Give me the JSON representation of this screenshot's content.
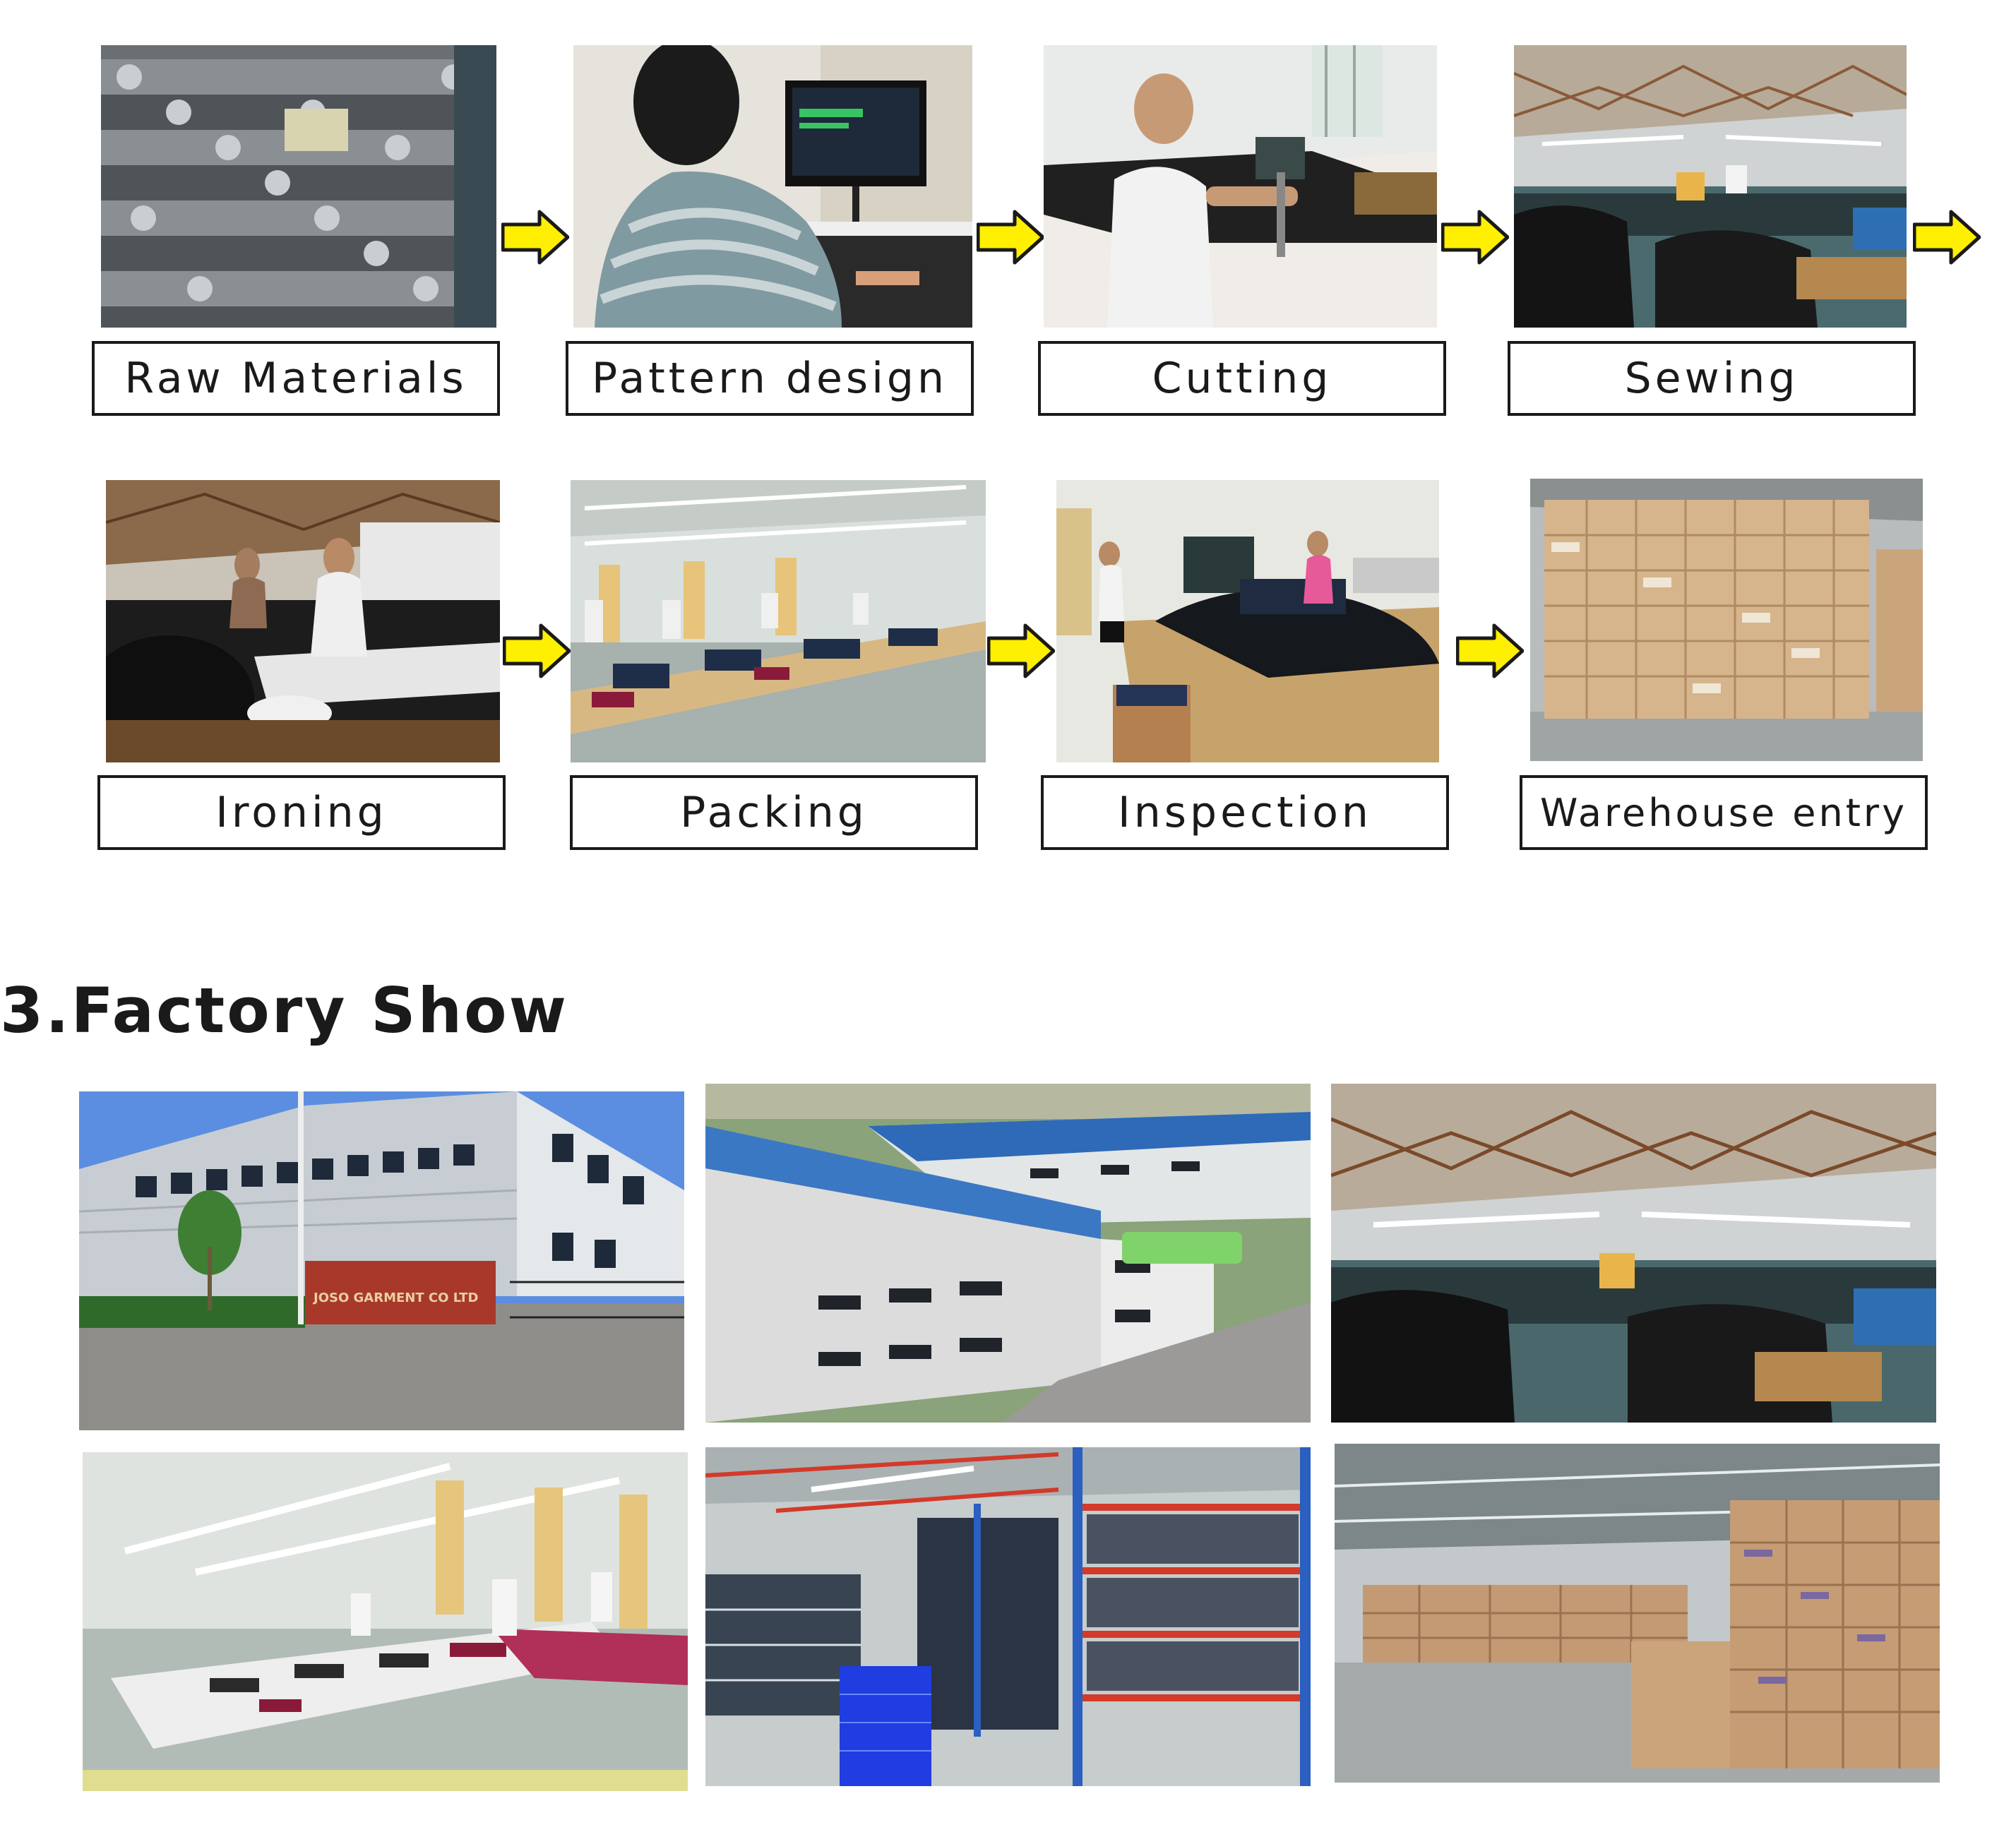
{
  "process": {
    "steps": [
      {
        "label": "Raw Materials"
      },
      {
        "label": "Pattern design"
      },
      {
        "label": "Cutting"
      },
      {
        "label": "Sewing"
      },
      {
        "label": "Ironing"
      },
      {
        "label": "Packing"
      },
      {
        "label": "Inspection"
      },
      {
        "label": "Warehouse entry"
      }
    ]
  },
  "factory": {
    "title": "3.Factory Show",
    "signboard": "JOSO GARMENT CO LTD"
  },
  "colors": {
    "arrow_fill": "#ffef00",
    "arrow_stroke": "#1a1a1a"
  }
}
